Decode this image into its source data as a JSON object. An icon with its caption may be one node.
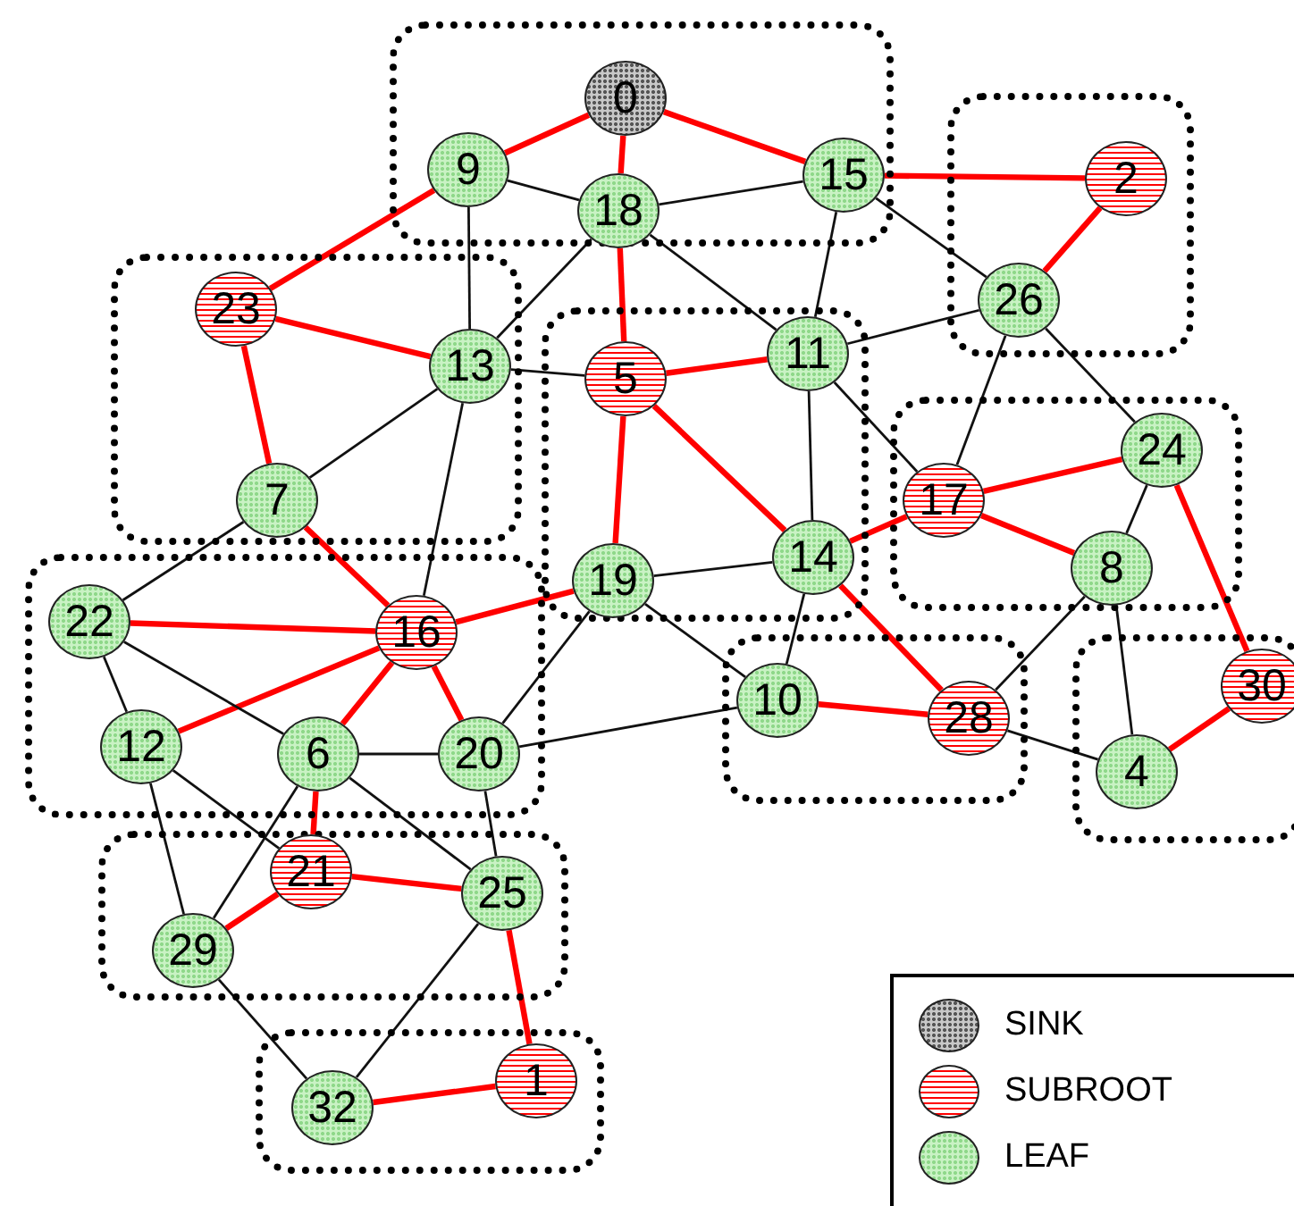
{
  "diagram": {
    "nodes": [
      {
        "text": [],
        "shape": "box"
      },
      {
        "text": [],
        "shape": "box"
      },
      {
        "text": [],
        "shape": "box"
      },
      {
        "text": [],
        "shape": "box"
      },
      {
        "text": [],
        "shape": "box"
      },
      {
        "text": [],
        "shape": "box"
      },
      {
        "text": [],
        "shape": "box"
      },
      {
        "text": [],
        "shape": "box"
      },
      {
        "text": [],
        "shape": "box"
      },
      {
        "text": [],
        "shape": "box"
      },
      {
        "text": [
          "0"
        ],
        "in": 0
      },
      {
        "text": [
          "9"
        ],
        "in": 0
      },
      {
        "text": [
          "18"
        ],
        "in": 0
      },
      {
        "text": [
          "15"
        ],
        "in": 0
      },
      {
        "text": [
          "2"
        ],
        "in": 1
      },
      {
        "text": [
          "26"
        ],
        "in": 1
      },
      {
        "text": [
          "23"
        ],
        "in": 2
      },
      {
        "text": [
          "13"
        ],
        "in": 2
      },
      {
        "text": [
          "7"
        ],
        "in": 2
      },
      {
        "text": [
          "5"
        ],
        "in": 3
      },
      {
        "text": [
          "11"
        ],
        "in": 3
      },
      {
        "text": [
          "19"
        ],
        "in": 3
      },
      {
        "text": [
          "14"
        ],
        "in": 3
      },
      {
        "text": [
          "24"
        ],
        "in": 4
      },
      {
        "text": [
          "17"
        ],
        "in": 4
      },
      {
        "text": [
          "8"
        ],
        "in": 4
      },
      {
        "text": [
          "22"
        ],
        "in": 5
      },
      {
        "text": [
          "16"
        ],
        "in": 5
      },
      {
        "text": [
          "12"
        ],
        "in": 5
      },
      {
        "text": [
          "6"
        ],
        "in": 5
      },
      {
        "text": [
          "20"
        ],
        "in": 5
      },
      {
        "text": [
          "10"
        ],
        "in": 8
      },
      {
        "text": [
          "28"
        ],
        "in": 8
      },
      {
        "text": [
          "30"
        ],
        "in": 9
      },
      {
        "text": [
          "4"
        ],
        "in": 9
      },
      {
        "text": [
          "21"
        ],
        "in": 6
      },
      {
        "text": [
          "25"
        ],
        "in": 6
      },
      {
        "text": [
          "29"
        ],
        "in": 6
      },
      {
        "text": [
          "32"
        ],
        "in": 7
      },
      {
        "text": [
          "1"
        ],
        "in": 7
      }
    ],
    "edges": [
      {
        "from": 10,
        "to": 11,
        "arrow": "none",
        "style": "thick",
        "color": "#ff0000"
      },
      {
        "from": 10,
        "to": 12,
        "arrow": "none",
        "style": "thick",
        "color": "#ff0000"
      },
      {
        "from": 10,
        "to": 13,
        "arrow": "none",
        "style": "thick",
        "color": "#ff0000"
      },
      {
        "from": 13,
        "to": 14,
        "arrow": "none",
        "style": "thick",
        "color": "#ff0000"
      },
      {
        "from": 14,
        "to": 15,
        "arrow": "none",
        "style": "thick",
        "color": "#ff0000"
      },
      {
        "from": 11,
        "to": 16,
        "arrow": "none",
        "style": "thick",
        "color": "#ff0000"
      },
      {
        "from": 16,
        "to": 17,
        "arrow": "none",
        "style": "thick",
        "color": "#ff0000"
      },
      {
        "from": 16,
        "to": 18,
        "arrow": "none",
        "style": "thick",
        "color": "#ff0000"
      },
      {
        "from": 12,
        "to": 19,
        "arrow": "none",
        "style": "thick",
        "color": "#ff0000"
      },
      {
        "from": 19,
        "to": 20,
        "arrow": "none",
        "style": "thick",
        "color": "#ff0000"
      },
      {
        "from": 19,
        "to": 22,
        "arrow": "none",
        "style": "thick",
        "color": "#ff0000"
      },
      {
        "from": 19,
        "to": 21,
        "arrow": "none",
        "style": "thick",
        "color": "#ff0000"
      },
      {
        "from": 18,
        "to": 27,
        "arrow": "none",
        "style": "thick",
        "color": "#ff0000"
      },
      {
        "from": 21,
        "to": 27,
        "arrow": "none",
        "style": "thick",
        "color": "#ff0000"
      },
      {
        "from": 26,
        "to": 27,
        "arrow": "none",
        "style": "thick",
        "color": "#ff0000"
      },
      {
        "from": 28,
        "to": 27,
        "arrow": "none",
        "style": "thick",
        "color": "#ff0000"
      },
      {
        "from": 27,
        "to": 29,
        "arrow": "none",
        "style": "thick",
        "color": "#ff0000"
      },
      {
        "from": 27,
        "to": 30,
        "arrow": "none",
        "style": "thick",
        "color": "#ff0000"
      },
      {
        "from": 29,
        "to": 35,
        "arrow": "none",
        "style": "thick",
        "color": "#ff0000"
      },
      {
        "from": 35,
        "to": 36,
        "arrow": "none",
        "style": "thick",
        "color": "#ff0000"
      },
      {
        "from": 35,
        "to": 37,
        "arrow": "none",
        "style": "thick",
        "color": "#ff0000"
      },
      {
        "from": 36,
        "to": 39,
        "arrow": "none",
        "style": "thick",
        "color": "#ff0000"
      },
      {
        "from": 39,
        "to": 38,
        "arrow": "none",
        "style": "thick",
        "color": "#ff0000"
      },
      {
        "from": 22,
        "to": 24,
        "arrow": "none",
        "style": "thick",
        "color": "#ff0000"
      },
      {
        "from": 22,
        "to": 32,
        "arrow": "none",
        "style": "thick",
        "color": "#ff0000"
      },
      {
        "from": 24,
        "to": 23,
        "arrow": "none",
        "style": "thick",
        "color": "#ff0000"
      },
      {
        "from": 24,
        "to": 25,
        "arrow": "none",
        "style": "thick",
        "color": "#ff0000"
      },
      {
        "from": 23,
        "to": 33,
        "arrow": "none",
        "style": "thick",
        "color": "#ff0000"
      },
      {
        "from": 33,
        "to": 34,
        "arrow": "none",
        "style": "thick",
        "color": "#ff0000"
      },
      {
        "from": 31,
        "to": 32,
        "arrow": "none",
        "style": "thick",
        "color": "#ff0000"
      },
      {
        "from": 11,
        "to": 12,
        "arrow": "none"
      },
      {
        "from": 12,
        "to": 13,
        "arrow": "none"
      },
      {
        "from": 11,
        "to": 17,
        "arrow": "none"
      },
      {
        "from": 12,
        "to": 17,
        "arrow": "none"
      },
      {
        "from": 12,
        "to": 20,
        "arrow": "none"
      },
      {
        "from": 13,
        "to": 20,
        "arrow": "none"
      },
      {
        "from": 13,
        "to": 15,
        "arrow": "none"
      },
      {
        "from": 20,
        "to": 15,
        "arrow": "none"
      },
      {
        "from": 15,
        "to": 24,
        "arrow": "none"
      },
      {
        "from": 15,
        "to": 23,
        "arrow": "none"
      },
      {
        "from": 20,
        "to": 24,
        "arrow": "none"
      },
      {
        "from": 20,
        "to": 22,
        "arrow": "none"
      },
      {
        "from": 18,
        "to": 17,
        "arrow": "none"
      },
      {
        "from": 17,
        "to": 19,
        "arrow": "none"
      },
      {
        "from": 17,
        "to": 27,
        "arrow": "none"
      },
      {
        "from": 18,
        "to": 26,
        "arrow": "none"
      },
      {
        "from": 26,
        "to": 28,
        "arrow": "none"
      },
      {
        "from": 26,
        "to": 29,
        "arrow": "none"
      },
      {
        "from": 28,
        "to": 35,
        "arrow": "none"
      },
      {
        "from": 28,
        "to": 37,
        "arrow": "none"
      },
      {
        "from": 29,
        "to": 30,
        "arrow": "none"
      },
      {
        "from": 29,
        "to": 37,
        "arrow": "none"
      },
      {
        "from": 29,
        "to": 36,
        "arrow": "none"
      },
      {
        "from": 30,
        "to": 36,
        "arrow": "none"
      },
      {
        "from": 30,
        "to": 21,
        "arrow": "none"
      },
      {
        "from": 30,
        "to": 31,
        "arrow": "none"
      },
      {
        "from": 21,
        "to": 22,
        "arrow": "none"
      },
      {
        "from": 21,
        "to": 31,
        "arrow": "none"
      },
      {
        "from": 22,
        "to": 31,
        "arrow": "none"
      },
      {
        "from": 32,
        "to": 25,
        "arrow": "none"
      },
      {
        "from": 32,
        "to": 34,
        "arrow": "none"
      },
      {
        "from": 23,
        "to": 25,
        "arrow": "none"
      },
      {
        "from": 25,
        "to": 34,
        "arrow": "none"
      },
      {
        "from": 37,
        "to": 38,
        "arrow": "none"
      },
      {
        "from": 36,
        "to": 38,
        "arrow": "none"
      }
    ],
    "legend": [
      {
        "text": "SINK"
      },
      {
        "text": "SUBROOT"
      },
      {
        "text": "LEAF"
      }
    ]
  }
}
